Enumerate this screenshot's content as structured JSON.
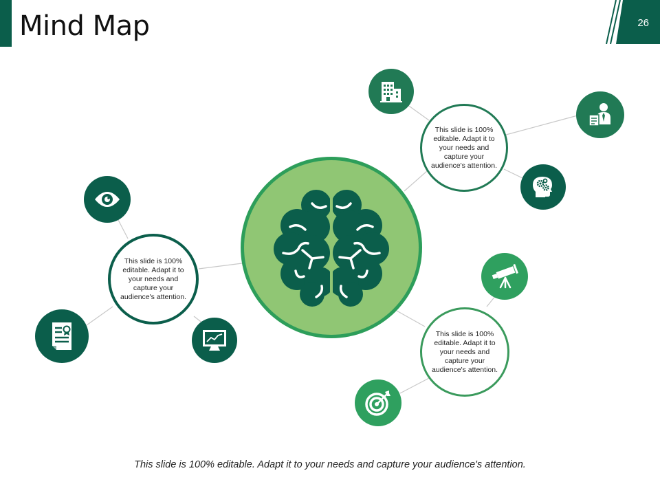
{
  "header": {
    "title": "Mind Map",
    "page_number": "26"
  },
  "nodes": {
    "left": {
      "text": "This slide is 100% editable. Adapt it to your needs and capture your audience's attention."
    },
    "top_right": {
      "text": "This slide is 100% editable. Adapt it to your needs and capture your audience's attention."
    },
    "bottom_right": {
      "text": "This slide is 100% editable. Adapt it to your needs and capture your audience's attention."
    }
  },
  "icons": [
    "brain-icon",
    "building-icon",
    "businessman-icon",
    "head-gears-icon",
    "eye-icon",
    "certificate-icon",
    "monitor-chart-icon",
    "telescope-icon",
    "target-icon"
  ],
  "colors": {
    "dark_green": "#0b5e4b",
    "green": "#217a55",
    "medium_green": "#2fa05f",
    "light_green": "#90c674"
  },
  "footer": {
    "caption": "This slide is 100% editable. Adapt it to your needs and capture your audience's attention."
  }
}
